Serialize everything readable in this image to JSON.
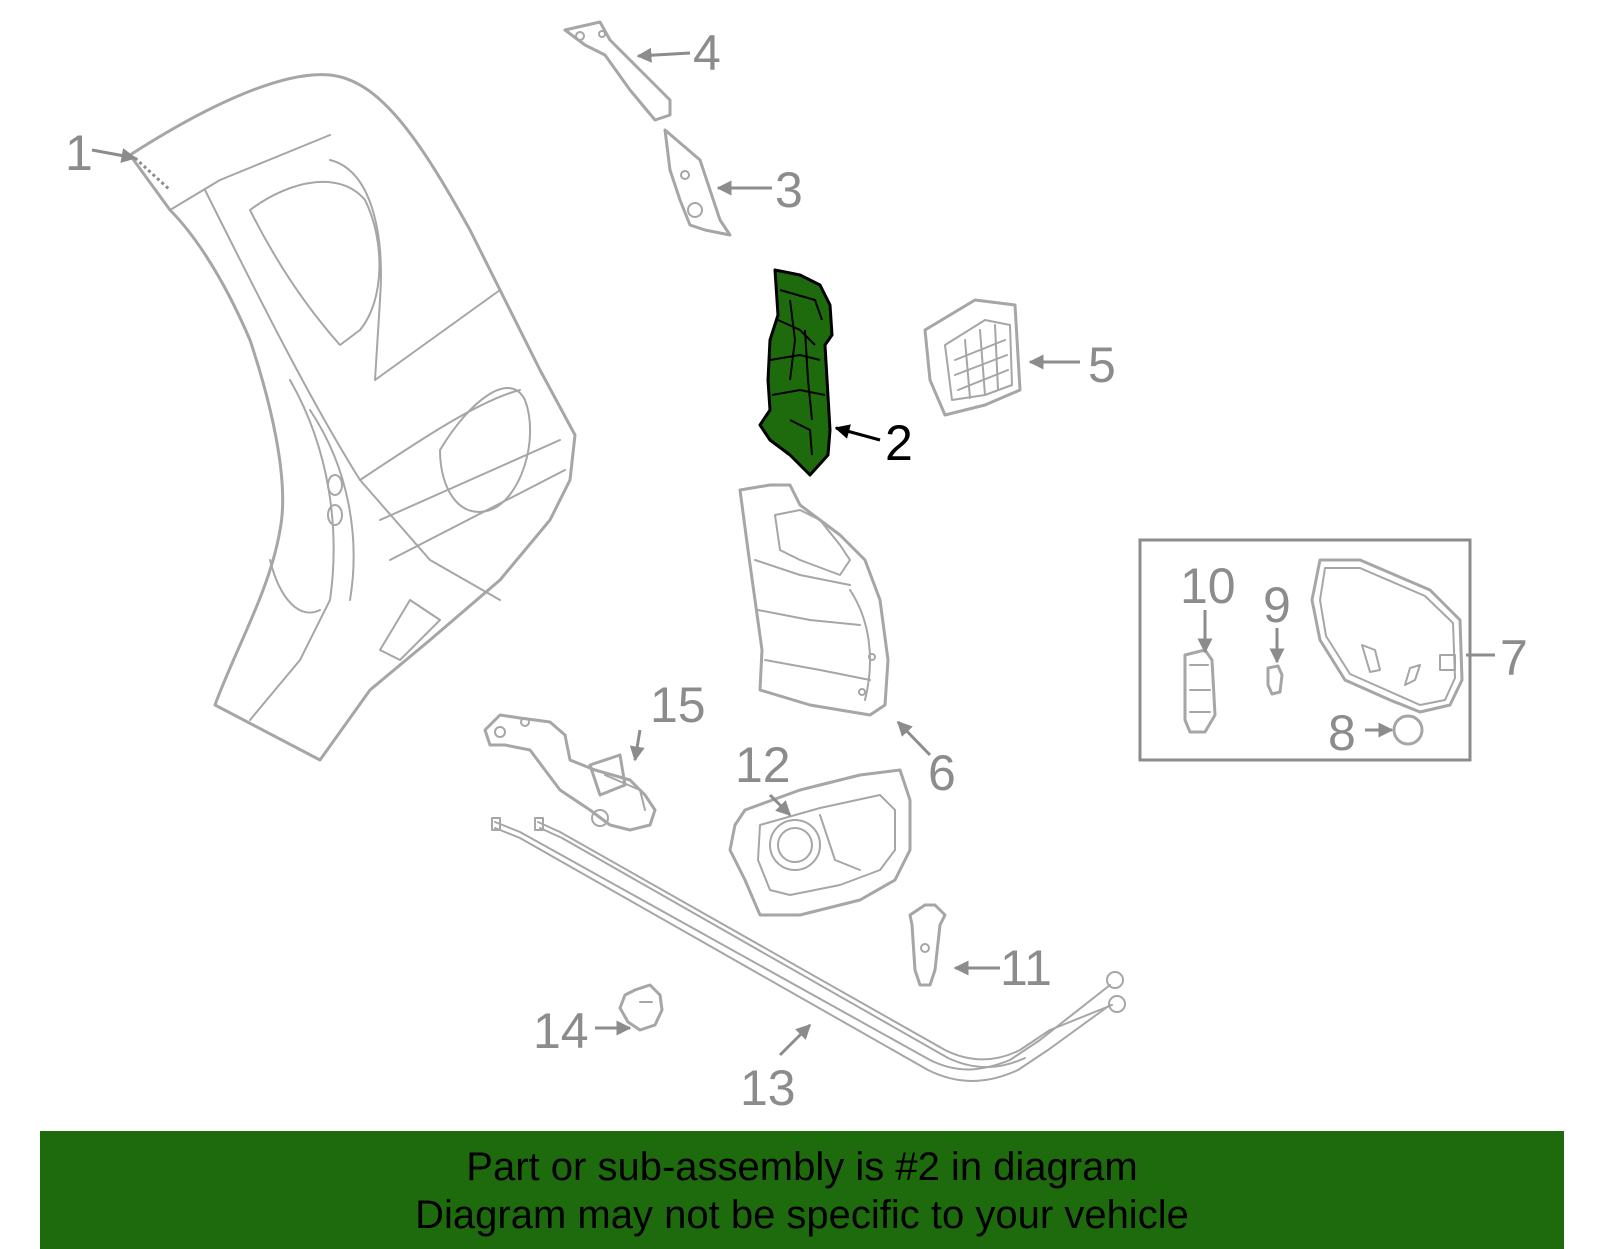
{
  "diagram": {
    "highlight_color": "#1e6b0e",
    "callouts": [
      "1",
      "2",
      "3",
      "4",
      "5",
      "6",
      "7",
      "8",
      "9",
      "10",
      "11",
      "12",
      "13",
      "14",
      "15"
    ],
    "highlighted_callout": "2"
  },
  "banner": {
    "line1": "Part or sub-assembly is #2 in diagram",
    "line2": "Diagram may not be specific to your vehicle",
    "background": "#1e6b0e"
  }
}
